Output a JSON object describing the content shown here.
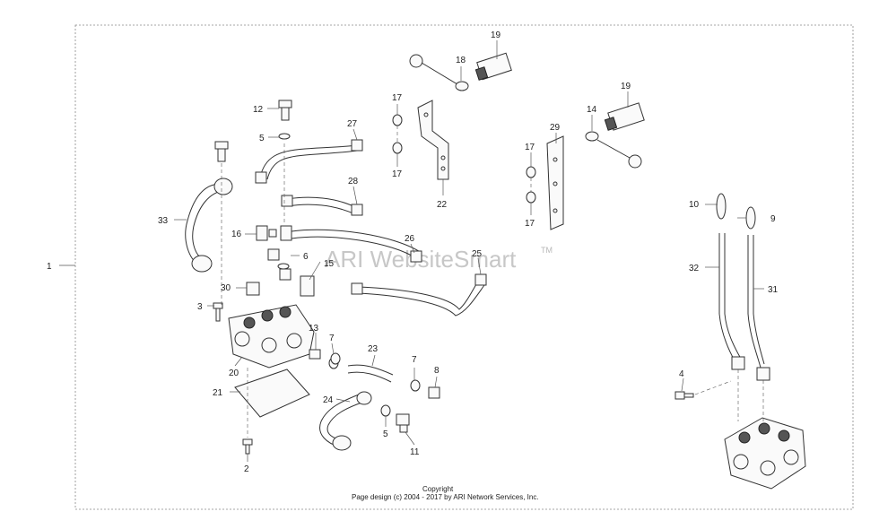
{
  "watermark": {
    "text": "ARI WebsiteSmart",
    "tm": "TM"
  },
  "copyright": {
    "line1": "Copyright",
    "line2": "Page design (c) 2004 - 2017 by ARI Network Services, Inc."
  },
  "callouts": [
    {
      "id": "c1",
      "label": "1"
    },
    {
      "id": "c2",
      "label": "2"
    },
    {
      "id": "c3",
      "label": "3"
    },
    {
      "id": "c4",
      "label": "4"
    },
    {
      "id": "c5a",
      "label": "5"
    },
    {
      "id": "c5b",
      "label": "5"
    },
    {
      "id": "c6",
      "label": "6"
    },
    {
      "id": "c7a",
      "label": "7"
    },
    {
      "id": "c7b",
      "label": "7"
    },
    {
      "id": "c8",
      "label": "8"
    },
    {
      "id": "c9",
      "label": "9"
    },
    {
      "id": "c10",
      "label": "10"
    },
    {
      "id": "c11",
      "label": "11"
    },
    {
      "id": "c12",
      "label": "12"
    },
    {
      "id": "c13",
      "label": "13"
    },
    {
      "id": "c14",
      "label": "14"
    },
    {
      "id": "c15",
      "label": "15"
    },
    {
      "id": "c16",
      "label": "16"
    },
    {
      "id": "c17a",
      "label": "17"
    },
    {
      "id": "c17b",
      "label": "17"
    },
    {
      "id": "c17c",
      "label": "17"
    },
    {
      "id": "c17d",
      "label": "17"
    },
    {
      "id": "c18",
      "label": "18"
    },
    {
      "id": "c19a",
      "label": "19"
    },
    {
      "id": "c19b",
      "label": "19"
    },
    {
      "id": "c20",
      "label": "20"
    },
    {
      "id": "c21",
      "label": "21"
    },
    {
      "id": "c22",
      "label": "22"
    },
    {
      "id": "c23",
      "label": "23"
    },
    {
      "id": "c24",
      "label": "24"
    },
    {
      "id": "c25",
      "label": "25"
    },
    {
      "id": "c26",
      "label": "26"
    },
    {
      "id": "c27",
      "label": "27"
    },
    {
      "id": "c28",
      "label": "28"
    },
    {
      "id": "c29",
      "label": "29"
    },
    {
      "id": "c30",
      "label": "30"
    },
    {
      "id": "c31",
      "label": "31"
    },
    {
      "id": "c32",
      "label": "32"
    },
    {
      "id": "c33",
      "label": "33"
    }
  ]
}
